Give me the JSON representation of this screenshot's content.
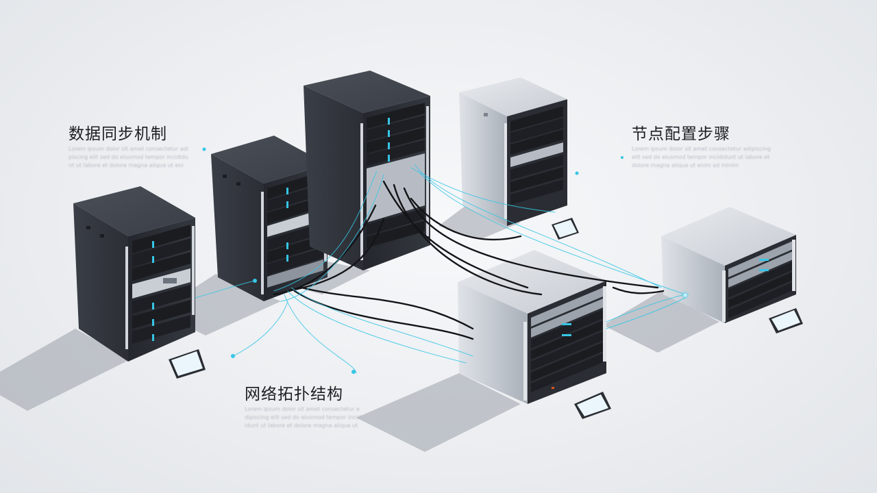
{
  "labels": {
    "data_sync": "数据同步机制",
    "node_config": "节点配置步骤",
    "topology": "网络拓扑结构"
  },
  "blurbs": {
    "data_sync": "Lorem ipsum dolor sit amet consectetur adipiscing elit sed do eiusmod tempor incididunt ut labore et dolore magna aliqua ut enim ad minim",
    "node_config": "Lorem ipsum dolor sit amet consectetur adipiscing elit sed do eiusmod tempor incididunt ut labore et dolore magna aliqua ut enim ad minim",
    "topology": "Lorem ipsum dolor sit amet consectetur adipiscing elit sed do eiusmod tempor incididunt ut labore et dolore magna aliqua ut enim ad minim"
  },
  "colors": {
    "background": "#eef0f3",
    "dark_rack": "#2a2d33",
    "silver_rack": "#c9ced6",
    "accent_cyan": "#36c6e6",
    "cable": "#1a1a1a"
  },
  "icons": {
    "tablet": "tablet-icon",
    "connector_dot": "connector-dot-icon"
  }
}
